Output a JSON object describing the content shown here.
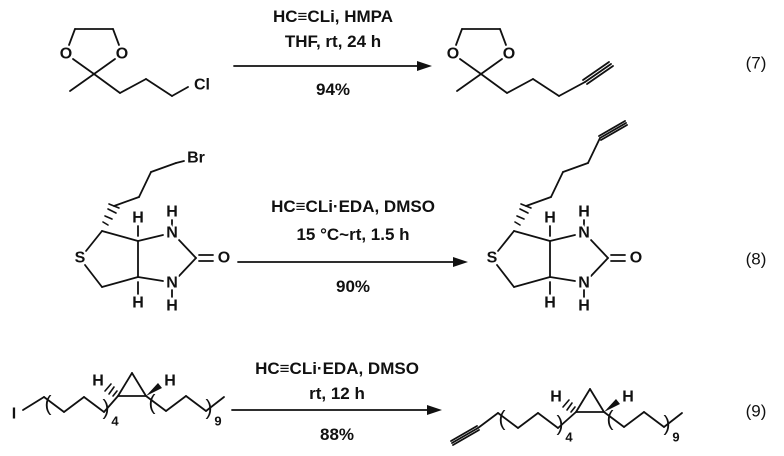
{
  "page": {
    "background": "#ffffff",
    "ink": "#111111"
  },
  "reactions": [
    {
      "num": "(7)",
      "cond1": "HC≡CLi, HMPA",
      "cond2": "THF, rt, 24 h",
      "yield": "94%"
    },
    {
      "num": "(8)",
      "cond1": "HC≡CLi·EDA, DMSO",
      "cond2": "15 °C~rt, 1.5 h",
      "yield": "90%"
    },
    {
      "num": "(9)",
      "cond1": "HC≡CLi·EDA, DMSO",
      "cond2": "rt, 12 h",
      "yield": "88%"
    }
  ],
  "atoms": {
    "O": "O",
    "Cl": "Cl",
    "Br": "Br",
    "S": "S",
    "N": "N",
    "H": "H",
    "I": "I"
  },
  "annotations": {
    "paren_open": "(",
    "paren_close": ")",
    "sub4": "4",
    "sub9": "9"
  }
}
